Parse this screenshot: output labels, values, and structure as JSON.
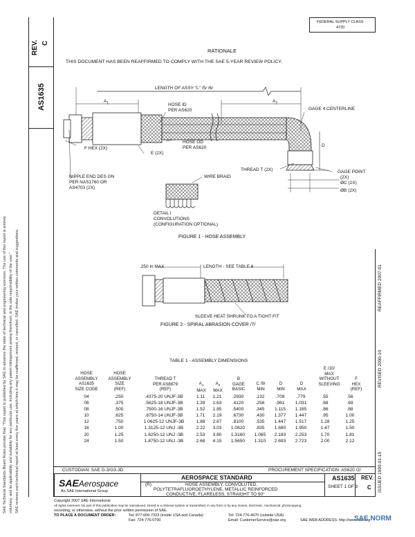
{
  "left_column": {
    "rev_label": "REV.",
    "rev_value": "C",
    "doc_number": "AS1635",
    "legal_notice_lines": [
      "SAE Technical Standards Board Rules provide that: \"This report is published by SAE to advance the state of technical and engineering sciences. The use of this report is entirely",
      "voluntary, and its applicability and suitability for any particular use, including any patent infringement arising therefrom, is the sole responsibility of the user.\"",
      "SAE reviews each technical report at least every five years at which time it may be reaffirmed, revised, or cancelled. SAE invites your written comments and suggestions."
    ]
  },
  "right_column": {
    "issued": "ISSUED 1990-01-15",
    "revised": "REVISED 2000-10",
    "reaffirmed": "REAFFIRMED 2007-01"
  },
  "header": {
    "federal_supply_class_label": "FEDERAL SUPPLY CLASS",
    "federal_supply_class_value": "4720"
  },
  "rationale": {
    "title": "RATIONALE",
    "text": "THIS DOCUMENT HAS BEEN REAFFIRMED TO COMPLY WITH THE SAE 5-YEAR REVIEW POLICY."
  },
  "figure1": {
    "labels": {
      "length": "LENGTH OF ASSY \"L\" /5/ /6/",
      "a1": "A",
      "a1_sub": "1",
      "a2": "A",
      "a2_sub": "2",
      "hose_id": "HOSE ID",
      "hose_id_ref": "PER AS620",
      "gage4": "GAGE 4 CENTERLINE",
      "f_hex": "F HEX (2X)",
      "e2x": "E (2X)",
      "hose_od": "HOSE OD",
      "hose_od_ref": "PER AS620",
      "d": "D",
      "thread": "THREAD T (2X)",
      "gage_point": "GAGE POINT",
      "gage_point_2x": "(2X)",
      "phi_c": "ØC (2X)",
      "phi_b": "ØB (2X)",
      "nipple1": "NIPPLE END DES GN",
      "nipple2": "PER NAS1760 OR",
      "nipple3": "AS4703 (2X)",
      "wire_braid": "WIRE BRAID",
      "detail1": "DETAIL I",
      "detail2": "CONVOLUTIONS",
      "detail3": "(CONFIGURATION OPTIONAL)"
    },
    "caption": "FIGURE 1 - HOSE ASSEMBLY"
  },
  "figure2": {
    "labels": {
      "max": ".250 in MAX",
      "length_table": "LENGTH - SEE TABLE 6",
      "sleeve": "SLEEVE HEAT SHRUNK TO A TIGHT FIT"
    },
    "caption": "FIGURE 2 - SPIRAL ABRASION COVER /7/"
  },
  "table1": {
    "title": "TABLE 1 - ASSEMBLY DIMENSIONS",
    "headers": {
      "hose_assembly": [
        "HOSE",
        "ASSEMBLY",
        "AS1635",
        "SIZE CODE"
      ],
      "hose_assembly_size": [
        "HOSE",
        "ASSEMBLY",
        "SIZE",
        "(REF)"
      ],
      "thread": [
        "THREAD T",
        "PER AS8879",
        "(REF)"
      ],
      "a1": [
        "A",
        "1",
        "MAX"
      ],
      "a2": [
        "A",
        "2",
        "MAX"
      ],
      "b": [
        "B",
        "GAGE",
        "BASIC"
      ],
      "c": [
        "C /9/",
        "MIN"
      ],
      "d_min": [
        "D",
        "MIN"
      ],
      "d_max": [
        "D",
        "MAX"
      ],
      "e": [
        "E /10/",
        "MAX",
        "WITHOUT",
        "SLEEVING"
      ],
      "f": [
        "F",
        "HEX",
        "(REF)"
      ]
    },
    "rows": [
      [
        "04",
        ".250",
        ".4375-20 UNJF-3B",
        "1.11",
        "1.21",
        ".2930",
        ".132",
        ".709",
        ".779",
        ".55",
        ".56"
      ],
      [
        "06",
        ".375",
        ".5625-18 UNJF-3B",
        "1.39",
        "1.63",
        ".4120",
        ".256",
        ".961",
        "1.031",
        ".68",
        ".69"
      ],
      [
        "08",
        ".500",
        ".7500-16 UNJF-3B",
        "1.52",
        "1.85",
        ".5400",
        ".345",
        "1.115",
        "1.185",
        ".86",
        ".88"
      ],
      [
        "10",
        ".625",
        ".8750-14 UNJF-3B",
        "1.71",
        "2.19",
        ".6730",
        ".430",
        "1.377",
        "1.447",
        ".95",
        "1.00"
      ],
      [
        "12",
        ".750",
        "1.0625-12 UNJF-3B",
        "1.88",
        "2.67",
        ".8100",
        ".535",
        "1.447",
        "1.517",
        "1.28",
        "1.25"
      ],
      [
        "16",
        "1.00",
        "1.3125-12 UNJ -3B",
        "2.22",
        "3.03",
        "1.0620",
        ".835",
        "1.680",
        "1.950",
        "1.47",
        "1.50"
      ],
      [
        "20",
        "1.25",
        "1.6250-12 UNJ -3B",
        "2.53",
        "3.80",
        "1.3160",
        "1.065",
        "2.183",
        "2.253",
        "1.70",
        "1.81"
      ],
      [
        "24",
        "1.50",
        "1.8750-12 UNJ -3B",
        "2.68",
        "4.15",
        "1.5650",
        "1.310",
        "2.693",
        "2.723",
        "2.00",
        "2.12"
      ]
    ]
  },
  "footer": {
    "custodian": "CUSTODIAN:  SAE G-3/G3-3D",
    "procurement": "PROCUREMENT SPECIFICATION:  AS620 /2/",
    "logo_sae": "SAE",
    "logo_aerospace": "Aerospace",
    "logo_tagline": "An SAE International Group",
    "standard": "AEROSPACE STANDARD",
    "title_r": "(R)",
    "title_lines": [
      "HOSE ASSEMBLY, CONVOLUTED,",
      "POLYTETRAFLUOROETHYLENE, METALLIC REINFORCED",
      "CONDUCTIVE, FLARELESS, STRAIGHT TO 90°"
    ],
    "doc_number": "AS1635",
    "sheet": "SHEET 1 OF 3",
    "rev_label": "REV.",
    "rev_value": "C",
    "copyright_lines": [
      "Copyright 2007 SAE International",
      "All rights reserved. No part of this publication may be reproduced, stored in a retrieval system or transmitted, in any form or by any means, electronic, mechanical, photocopying,",
      "recording, or otherwise, without the prior written permission of SAE."
    ],
    "order_label": "TO PLACE A DOCUMENT ORDER:",
    "tel1": "Tel: 877-606-7323 (inside USA and Canada)",
    "tel2": "Tel: 724-776-4970 (outside USA)",
    "fax": "Fax: 724-776-0790",
    "email": "Email: CustomerService@sae.org",
    "web": "SAE WEB ADDRESS: http://www.sae.org",
    "watermark": "SAE NORM"
  }
}
